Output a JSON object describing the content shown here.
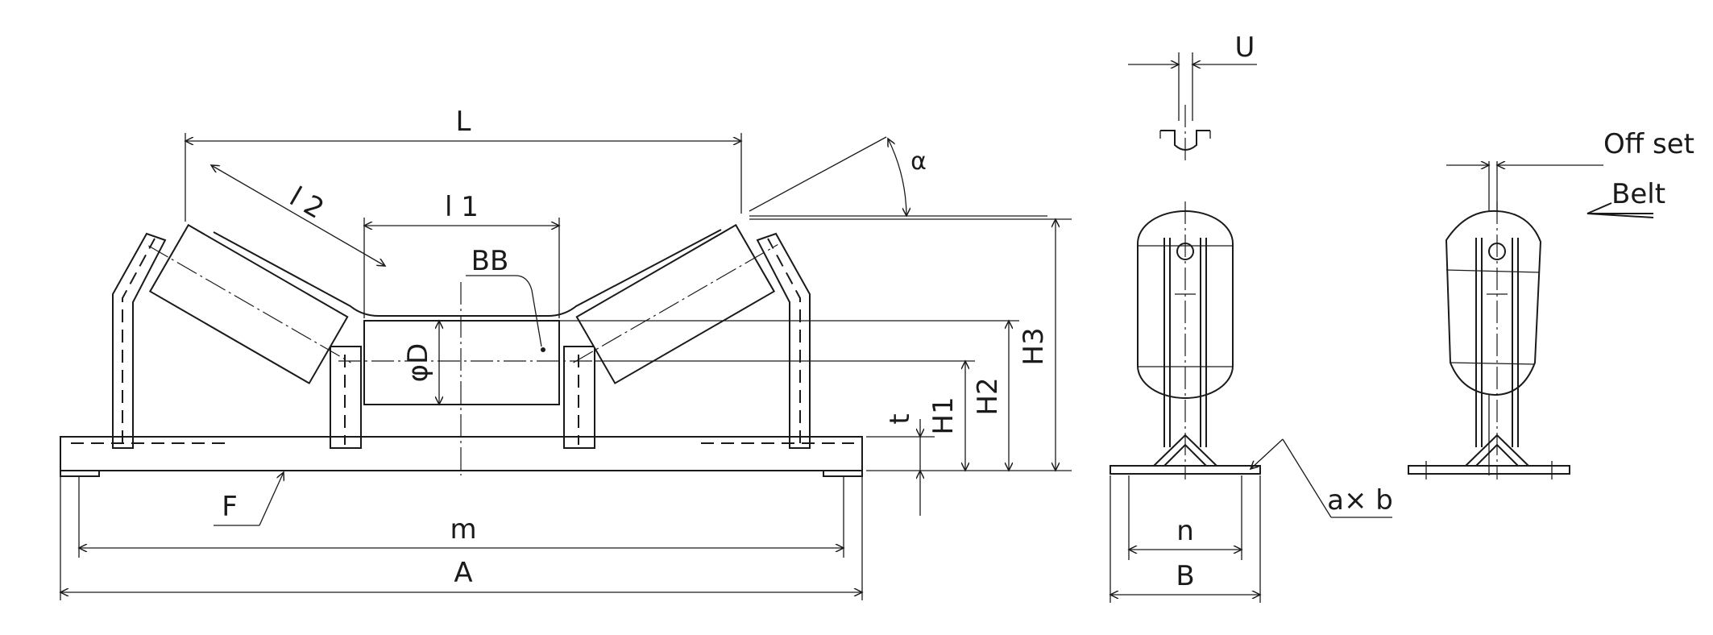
{
  "labels": {
    "L": "L",
    "l2": "l 2",
    "l1": "l 1",
    "alpha": "α",
    "BB": "BB",
    "D": "φD",
    "H1": "H1",
    "H2": "H2",
    "H3": "H3",
    "t": "t",
    "F": "F",
    "m": "m",
    "A": "A",
    "U": "U",
    "n": "n",
    "B": "B",
    "axb": "a× b",
    "offset": "Off set",
    "belt": "Belt"
  }
}
